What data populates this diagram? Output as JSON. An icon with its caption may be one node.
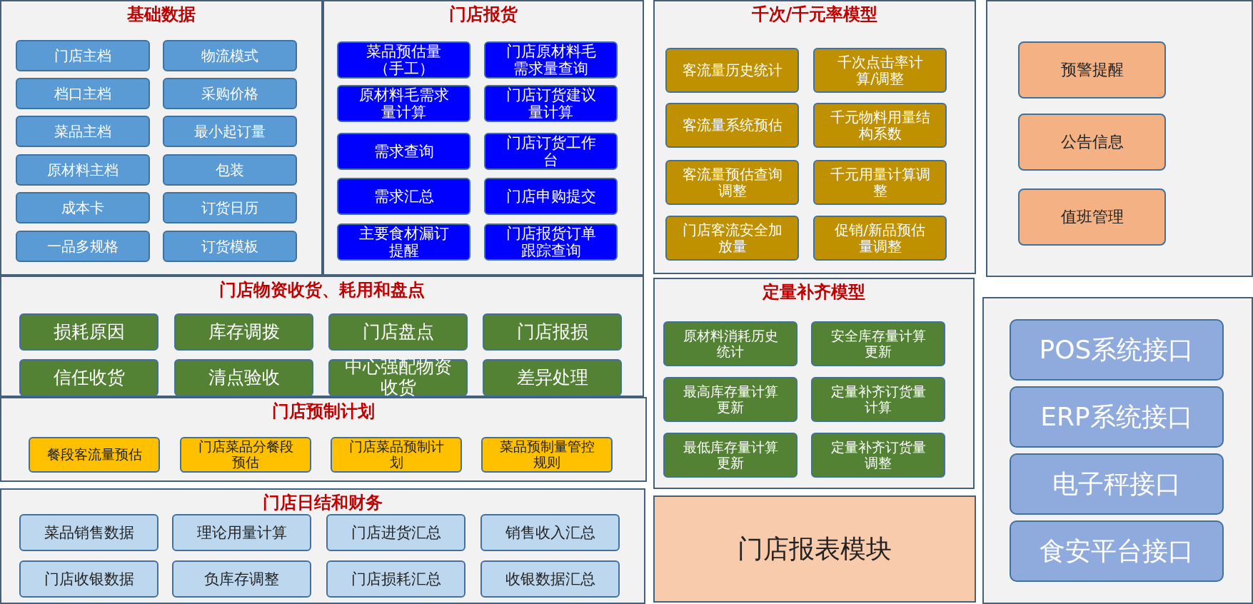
{
  "diagram": {
    "nodes": [
      {
        "text": [
          "基础数据"
        ]
      },
      {
        "text": [
          "门店主档"
        ],
        "in": 0
      },
      {
        "text": [
          "物流模式"
        ],
        "in": 0
      },
      {
        "text": [
          "档口主档"
        ],
        "in": 0
      },
      {
        "text": [
          "采购价格"
        ],
        "in": 0
      },
      {
        "text": [
          "菜品主档"
        ],
        "in": 0
      },
      {
        "text": [
          "最小起订量"
        ],
        "in": 0
      },
      {
        "text": [
          "原材料主档"
        ],
        "in": 0
      },
      {
        "text": [
          "包装"
        ],
        "in": 0
      },
      {
        "text": [
          "成本卡"
        ],
        "in": 0
      },
      {
        "text": [
          "订货日历"
        ],
        "in": 0
      },
      {
        "text": [
          "一品多规格"
        ],
        "in": 0
      },
      {
        "text": [
          "订货模板"
        ],
        "in": 0
      },
      {
        "text": [
          "门店报货"
        ]
      },
      {
        "text": [
          "菜品预估量（手工）"
        ],
        "in": 13
      },
      {
        "text": [
          "门店原材料毛需求量查询"
        ],
        "in": 13
      },
      {
        "text": [
          "原材料毛需求量计算"
        ],
        "in": 13
      },
      {
        "text": [
          "门店订货建议量计算"
        ],
        "in": 13
      },
      {
        "text": [
          "需求查询"
        ],
        "in": 13
      },
      {
        "text": [
          "门店订货工作台"
        ],
        "in": 13
      },
      {
        "text": [
          "需求汇总"
        ],
        "in": 13
      },
      {
        "text": [
          "门店申购提交"
        ],
        "in": 13
      },
      {
        "text": [
          "主要食材漏订提醒"
        ],
        "in": 13
      },
      {
        "text": [
          "门店报货订单跟踪查询"
        ],
        "in": 13
      },
      {
        "text": [
          "千次/千元率模型"
        ]
      },
      {
        "text": [
          "客流量历史统计"
        ],
        "in": 24
      },
      {
        "text": [
          "千次点击率计算/调整"
        ],
        "in": 24
      },
      {
        "text": [
          "客流量系统预估"
        ],
        "in": 24
      },
      {
        "text": [
          "千元物料用量结构系数"
        ],
        "in": 24
      },
      {
        "text": [
          "客流量预估查询调整"
        ],
        "in": 24
      },
      {
        "text": [
          "千元用量计算调整"
        ],
        "in": 24
      },
      {
        "text": [
          "门店客流安全加放量"
        ],
        "in": 24
      },
      {
        "text": [
          "促销/新品预估量调整"
        ],
        "in": 24
      },
      {
        "text": [],
        "shape": "box"
      },
      {
        "text": [
          "预警提醒"
        ],
        "in": 33
      },
      {
        "text": [
          "公告信息"
        ],
        "in": 33
      },
      {
        "text": [
          "值班管理"
        ],
        "in": 33
      },
      {
        "text": [
          "门店物资收货、耗用和盘点"
        ]
      },
      {
        "text": [
          "损耗原因"
        ],
        "in": 37
      },
      {
        "text": [
          "库存调拨"
        ],
        "in": 37
      },
      {
        "text": [
          "门店盘点"
        ],
        "in": 37
      },
      {
        "text": [
          "门店报损"
        ],
        "in": 37
      },
      {
        "text": [
          "信任收货"
        ],
        "in": 37
      },
      {
        "text": [
          "清点验收"
        ],
        "in": 37
      },
      {
        "text": [
          "中心强配物资收货"
        ],
        "in": 37
      },
      {
        "text": [
          "差异处理"
        ],
        "in": 37
      },
      {
        "text": [
          "门店预制计划"
        ]
      },
      {
        "text": [
          "餐段客流量预估"
        ],
        "in": 46
      },
      {
        "text": [
          "门店菜品分餐段预估"
        ],
        "in": 46
      },
      {
        "text": [
          "门店菜品预制计划"
        ],
        "in": 46
      },
      {
        "text": [
          "菜品预制量管控规则"
        ],
        "in": 46
      },
      {
        "text": [
          "门店日结和财务"
        ]
      },
      {
        "text": [
          "菜品销售数据"
        ],
        "in": 51
      },
      {
        "text": [
          "理论用量计算"
        ],
        "in": 51
      },
      {
        "text": [
          "门店进货汇总"
        ],
        "in": 51
      },
      {
        "text": [
          "销售收入汇总"
        ],
        "in": 51
      },
      {
        "text": [
          "门店收银数据"
        ],
        "in": 51
      },
      {
        "text": [
          "负库存调整"
        ],
        "in": 51
      },
      {
        "text": [
          "门店损耗汇总"
        ],
        "in": 51
      },
      {
        "text": [
          "收银数据汇总"
        ],
        "in": 51
      },
      {
        "text": [
          "定量补齐模型"
        ]
      },
      {
        "text": [
          "原材料消耗历史统计"
        ],
        "in": 60
      },
      {
        "text": [
          "安全库存量计算更新"
        ],
        "in": 60
      },
      {
        "text": [
          "最高库存量计算更新"
        ],
        "in": 60
      },
      {
        "text": [
          "定量补齐订货量计算"
        ],
        "in": 60
      },
      {
        "text": [
          "最低库存量计算更新"
        ],
        "in": 60
      },
      {
        "text": [
          "定量补齐订货量调整"
        ],
        "in": 60
      },
      {
        "text": [
          "门店报表模块"
        ]
      },
      {
        "text": [],
        "shape": "box"
      },
      {
        "text": [
          "POS系统接口"
        ],
        "in": 68
      },
      {
        "text": [
          "ERP系统接口"
        ],
        "in": 68
      },
      {
        "text": [
          "电子秤接口"
        ],
        "in": 68
      },
      {
        "text": [
          "食安平台接口"
        ],
        "in": 68
      }
    ]
  }
}
